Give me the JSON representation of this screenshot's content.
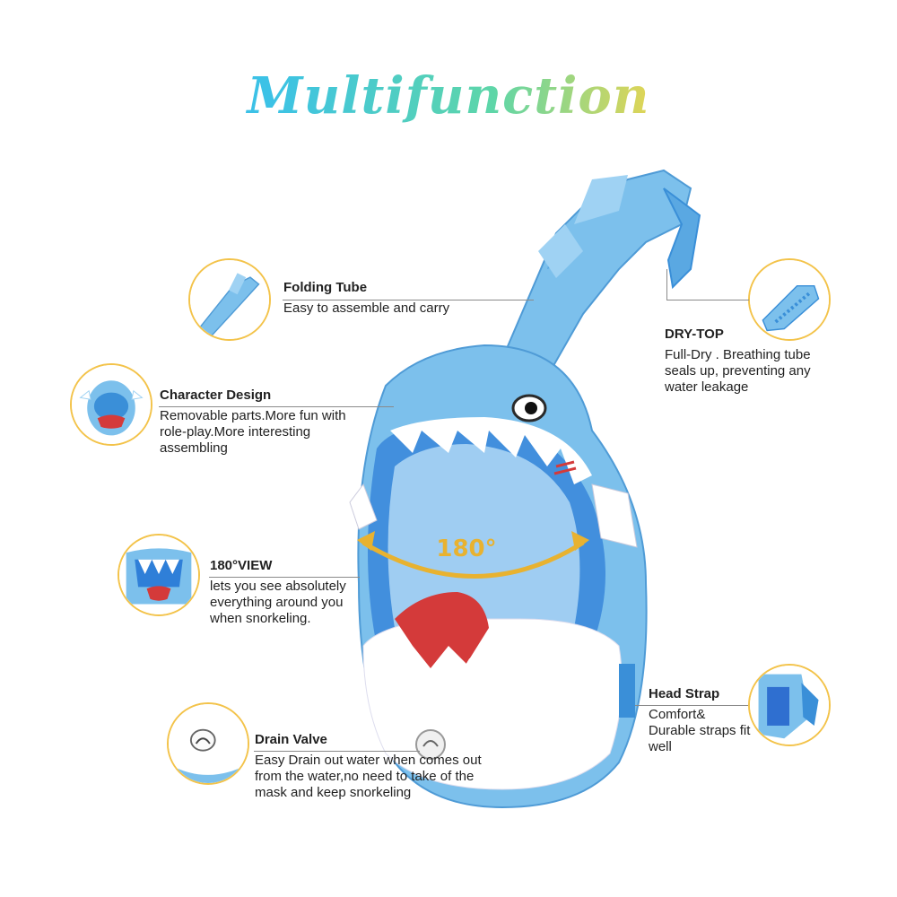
{
  "title": "Multifunction",
  "view_label": "180°",
  "features": {
    "folding_tube": {
      "heading": "Folding Tube",
      "desc": "Easy to assemble and carry"
    },
    "dry_top": {
      "heading": "DRY-TOP",
      "desc": "Full-Dry . Breathing tube seals up, preventing any water leakage"
    },
    "character_design": {
      "heading": "Character Design",
      "desc": "Removable parts.More fun with role-play.More interesting assembling"
    },
    "view_180": {
      "heading": "180°VIEW",
      "desc": "lets you see absolutely everything around you when snorkeling."
    },
    "head_strap": {
      "heading": "Head Strap",
      "desc": "Comfort& Durable straps fit well"
    },
    "drain_valve": {
      "heading": "Drain Valve",
      "desc": "Easy Drain out water when comes out from the water,no need to take of the mask and keep snorkeling"
    }
  },
  "colors": {
    "mask_blue": "#7cc0ec",
    "mask_dark_blue": "#3a8fd8",
    "circle_border": "#f3c34a",
    "arrow_yellow": "#e8b230",
    "shark_red": "#d43a3a"
  }
}
